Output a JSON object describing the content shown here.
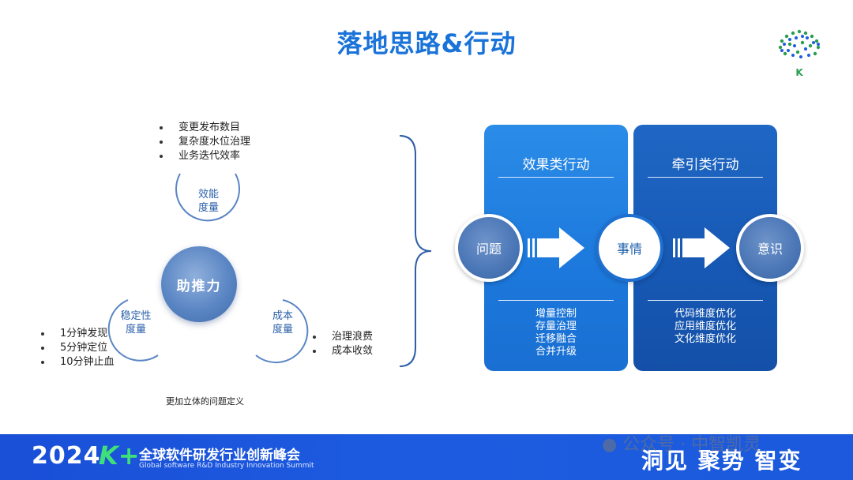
{
  "title": "落地思路&行动",
  "colors": {
    "accent": "#1a73d9",
    "panel_left": "#1c78dc",
    "panel_right": "#1658b4",
    "footer": "#1d5ce0",
    "footer_green": "#3fe07a"
  },
  "left": {
    "top_bullets": [
      "变更发布数目",
      "复杂度水位治理",
      "业务迭代效率"
    ],
    "efficiency_label_1": "效能",
    "efficiency_label_2": "度量",
    "hub": "助推力",
    "stability_label_1": "稳定性",
    "stability_label_2": "度量",
    "cost_label_1": "成本",
    "cost_label_2": "度量",
    "left_bullets": [
      "1分钟发现",
      "5分钟定位",
      "10分钟止血"
    ],
    "right_bullets": [
      "治理浪费",
      "成本收敛"
    ],
    "caption": "更加立体的问题定义"
  },
  "right": {
    "panel_left_title": "效果类行动",
    "panel_right_title": "牵引类行动",
    "node_1": "问题",
    "node_2": "事情",
    "node_3": "意识",
    "panel_left_items": [
      "增量控制",
      "存量治理",
      "迁移融合",
      "合并升级"
    ],
    "panel_right_items": [
      "代码维度优化",
      "应用维度优化",
      "文化维度优化"
    ]
  },
  "footer": {
    "year": "2024",
    "brand": "K+",
    "summit_cn": "全球软件研发行业创新峰会",
    "summit_en": "Global software R&D Industry Innovation Summit",
    "slogan": "洞见 聚势 智变",
    "watermark": "公众号 · 中智凯灵"
  },
  "logo": {
    "letter": "K"
  }
}
